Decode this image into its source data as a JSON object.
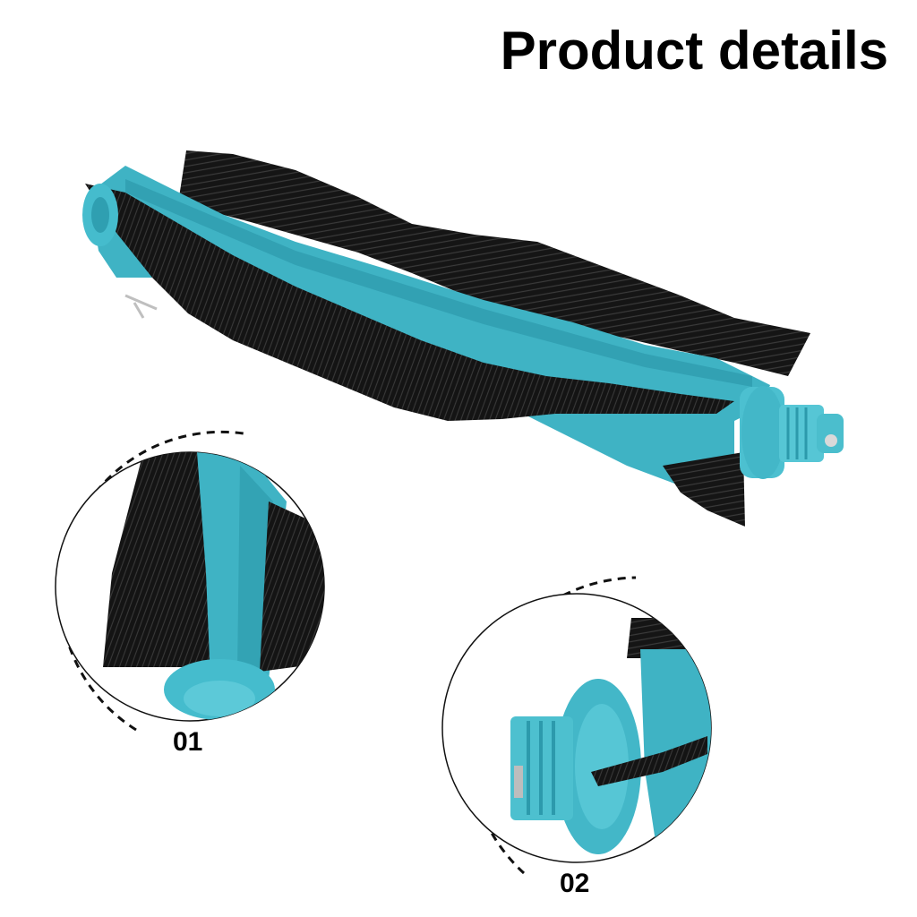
{
  "header": {
    "title": "Product details"
  },
  "details": [
    {
      "label": "01",
      "depicts": "brush-end-closeup"
    },
    {
      "label": "02",
      "depicts": "bearing-cap-closeup"
    }
  ],
  "colors": {
    "background": "#ffffff",
    "brush_frame": "#3fb3c4",
    "brush_frame_shade": "#2a95a8",
    "bristles": "#141414",
    "dashed_arc": "#111111",
    "text": "#000000"
  }
}
